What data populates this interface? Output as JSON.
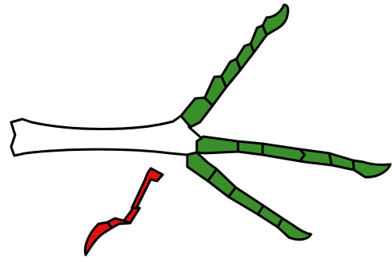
{
  "figure": {
    "colors": {
      "background": "#ffffff",
      "tarsometatarsus": "#ffffff",
      "forward_toes": "#3a8f2b",
      "hallux": "#e01212",
      "outline": "#000000"
    },
    "parts": [
      {
        "name": "tarsometatarsus",
        "fill": "white"
      },
      {
        "name": "toe-upper",
        "fill": "green",
        "phalanges": 5
      },
      {
        "name": "toe-middle",
        "fill": "green",
        "phalanges": 5
      },
      {
        "name": "toe-lower",
        "fill": "green",
        "phalanges": 4
      },
      {
        "name": "hallux",
        "fill": "red",
        "phalanges": 3
      }
    ]
  }
}
